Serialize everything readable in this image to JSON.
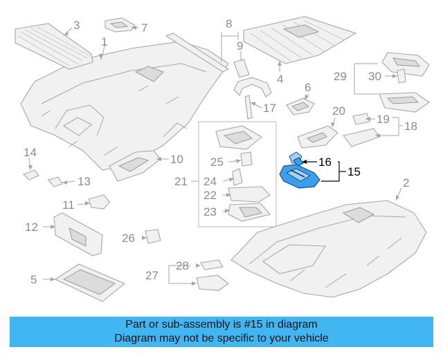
{
  "callouts": {
    "c1": "1",
    "c2": "2",
    "c3": "3",
    "c4": "4",
    "c5": "5",
    "c6": "6",
    "c7": "7",
    "c8": "8",
    "c9": "9",
    "c10": "10",
    "c11": "11",
    "c12": "12",
    "c13": "13",
    "c14": "14",
    "c15": "15",
    "c16": "16",
    "c17": "17",
    "c18": "18",
    "c19": "19",
    "c20": "20",
    "c21": "21",
    "c22": "22",
    "c23": "23",
    "c24": "24",
    "c25": "25",
    "c26": "26",
    "c27": "27",
    "c28": "28",
    "c29": "29",
    "c30": "30"
  },
  "highlighted_part": "15",
  "colors": {
    "highlight": "#3aa0ee",
    "banner": "#41b6f1",
    "callout": "#8c8c8c"
  },
  "banner": {
    "line1": "Part or sub-assembly is #15 in diagram",
    "line2": "Diagram may not be specific to your vehicle"
  }
}
